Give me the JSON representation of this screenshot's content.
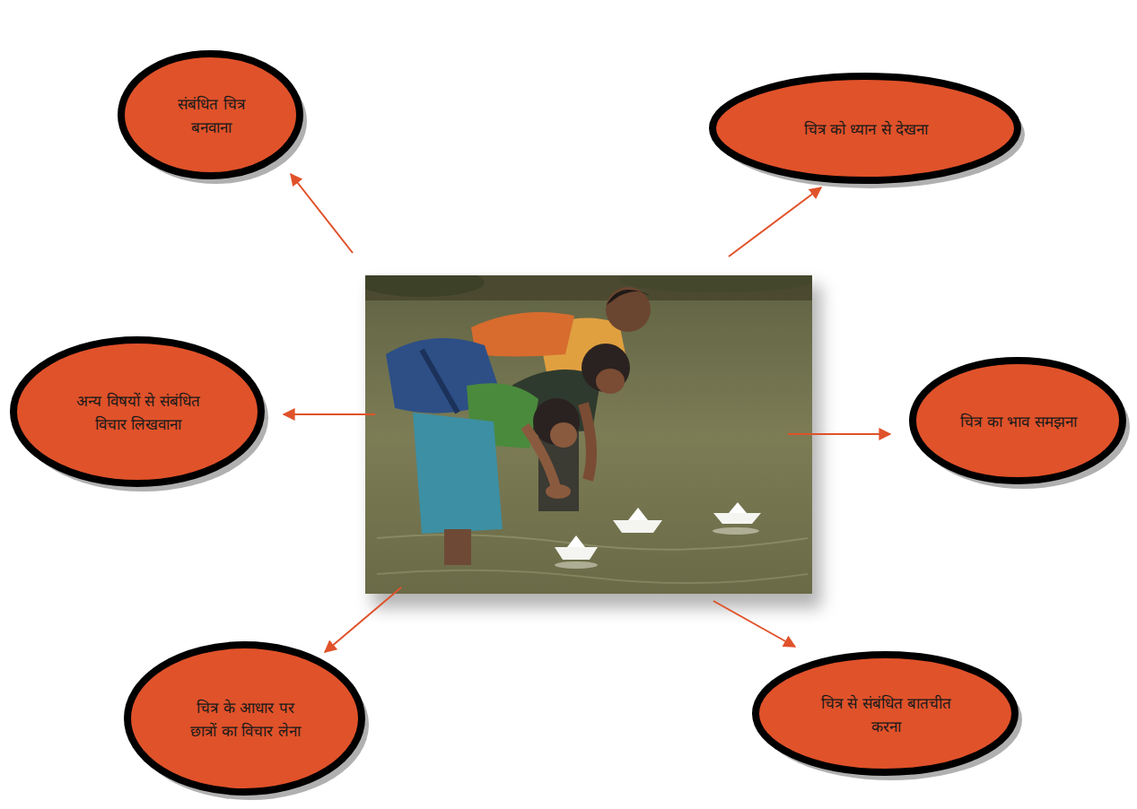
{
  "diagram": {
    "nodes": [
      {
        "text": [
          "संबंधित चित्र बनवाना"
        ]
      },
      {
        "text": [
          "चित्र को ध्यान से देखना"
        ]
      },
      {
        "text": [
          "अन्य विषयों से संबंधित विचार लिखवाना"
        ]
      },
      {
        "text": [
          "चित्र का भाव समझना"
        ]
      },
      {
        "text": [
          "चित्र के आधार पर छात्रों का विचार लेना"
        ]
      },
      {
        "text": [
          "चित्र से संबंधित बातचीत करना"
        ]
      }
    ]
  }
}
